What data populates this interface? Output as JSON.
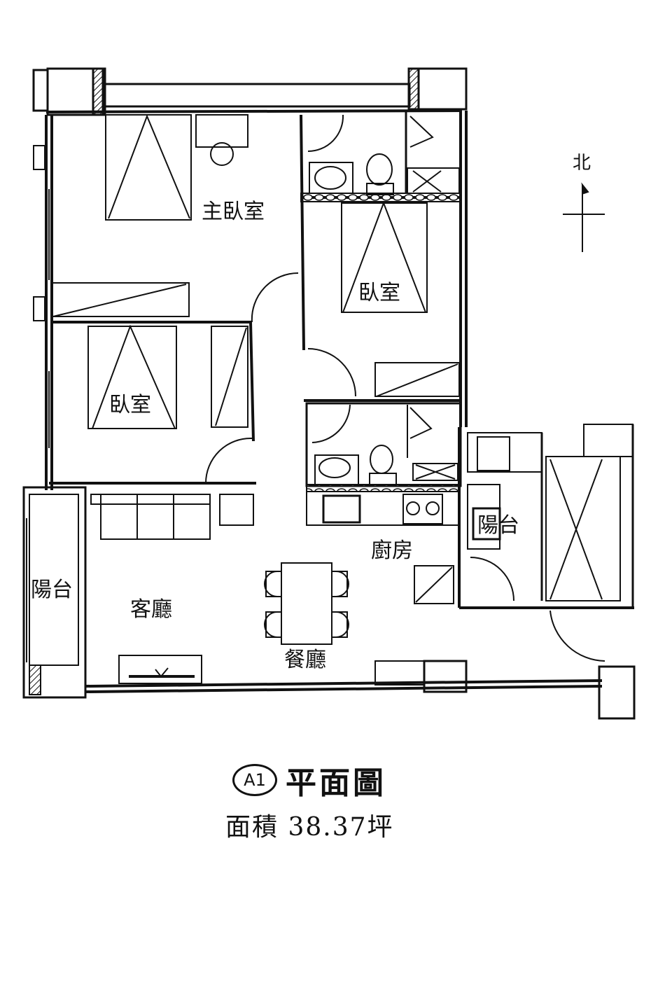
{
  "plan": {
    "unit_code": "A1",
    "title": "平面圖",
    "area_label": "面積",
    "area_value": "38.37",
    "area_unit": "坪",
    "north_label": "北"
  },
  "rooms": {
    "master_bedroom": "主臥室",
    "bedroom_ne": "臥室",
    "bedroom_w": "臥室",
    "living_room": "客廳",
    "dining_room": "餐廳",
    "kitchen": "廚房",
    "balcony_w": "陽台",
    "balcony_e": "陽台"
  },
  "colors": {
    "line": "#111111",
    "background": "#ffffff"
  }
}
